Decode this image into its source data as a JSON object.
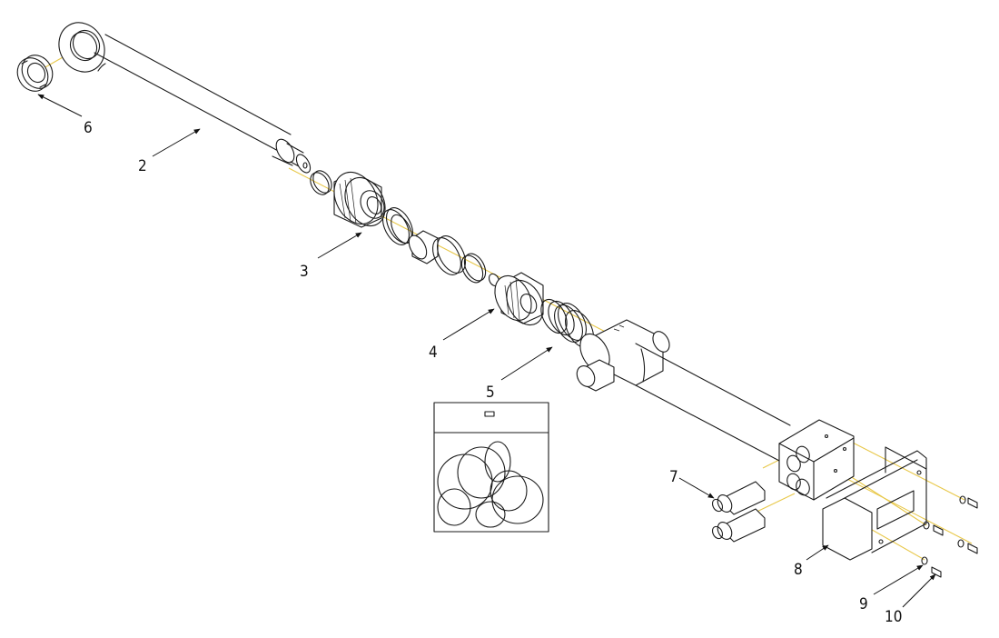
{
  "colors": {
    "line": "#1a1a1a",
    "guide": "#e8c84a",
    "background": "#ffffff"
  },
  "callouts": {
    "c2": "2",
    "c3": "3",
    "c4": "4",
    "c5": "5",
    "c6": "6",
    "c7": "7",
    "c8": "8",
    "c9": "9",
    "c10": "10"
  }
}
